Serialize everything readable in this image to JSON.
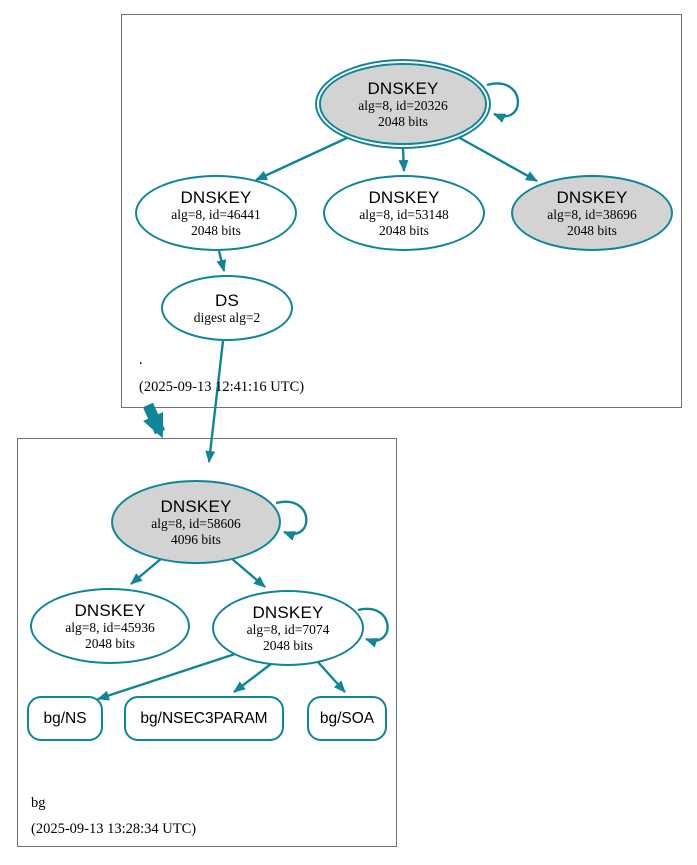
{
  "colors": {
    "edge_teal": "#0e8698",
    "node_fill_gray": "#d3d3d3",
    "node_fill_white": "#ffffff",
    "zone_box_border": "#737373"
  },
  "zones": {
    "root": {
      "name": ".",
      "timestamp": "(2025-09-13 12:41:16 UTC)"
    },
    "bg": {
      "name": "bg",
      "timestamp": "(2025-09-13 13:28:34 UTC)"
    }
  },
  "nodes": {
    "key20326": {
      "title": "DNSKEY",
      "detail1": "alg=8, id=20326",
      "detail2": "2048 bits"
    },
    "key46441": {
      "title": "DNSKEY",
      "detail1": "alg=8, id=46441",
      "detail2": "2048 bits"
    },
    "key53148": {
      "title": "DNSKEY",
      "detail1": "alg=8, id=53148",
      "detail2": "2048 bits"
    },
    "key38696": {
      "title": "DNSKEY",
      "detail1": "alg=8, id=38696",
      "detail2": "2048 bits"
    },
    "ds": {
      "title": "DS",
      "detail1": "digest alg=2"
    },
    "key58606": {
      "title": "DNSKEY",
      "detail1": "alg=8, id=58606",
      "detail2": "4096 bits"
    },
    "key45936": {
      "title": "DNSKEY",
      "detail1": "alg=8, id=45936",
      "detail2": "2048 bits"
    },
    "key7074": {
      "title": "DNSKEY",
      "detail1": "alg=8, id=7074",
      "detail2": "2048 bits"
    },
    "rrset_ns": {
      "label": "bg/NS"
    },
    "rrset_nsec3param": {
      "label": "bg/NSEC3PARAM"
    },
    "rrset_soa": {
      "label": "bg/SOA"
    }
  }
}
